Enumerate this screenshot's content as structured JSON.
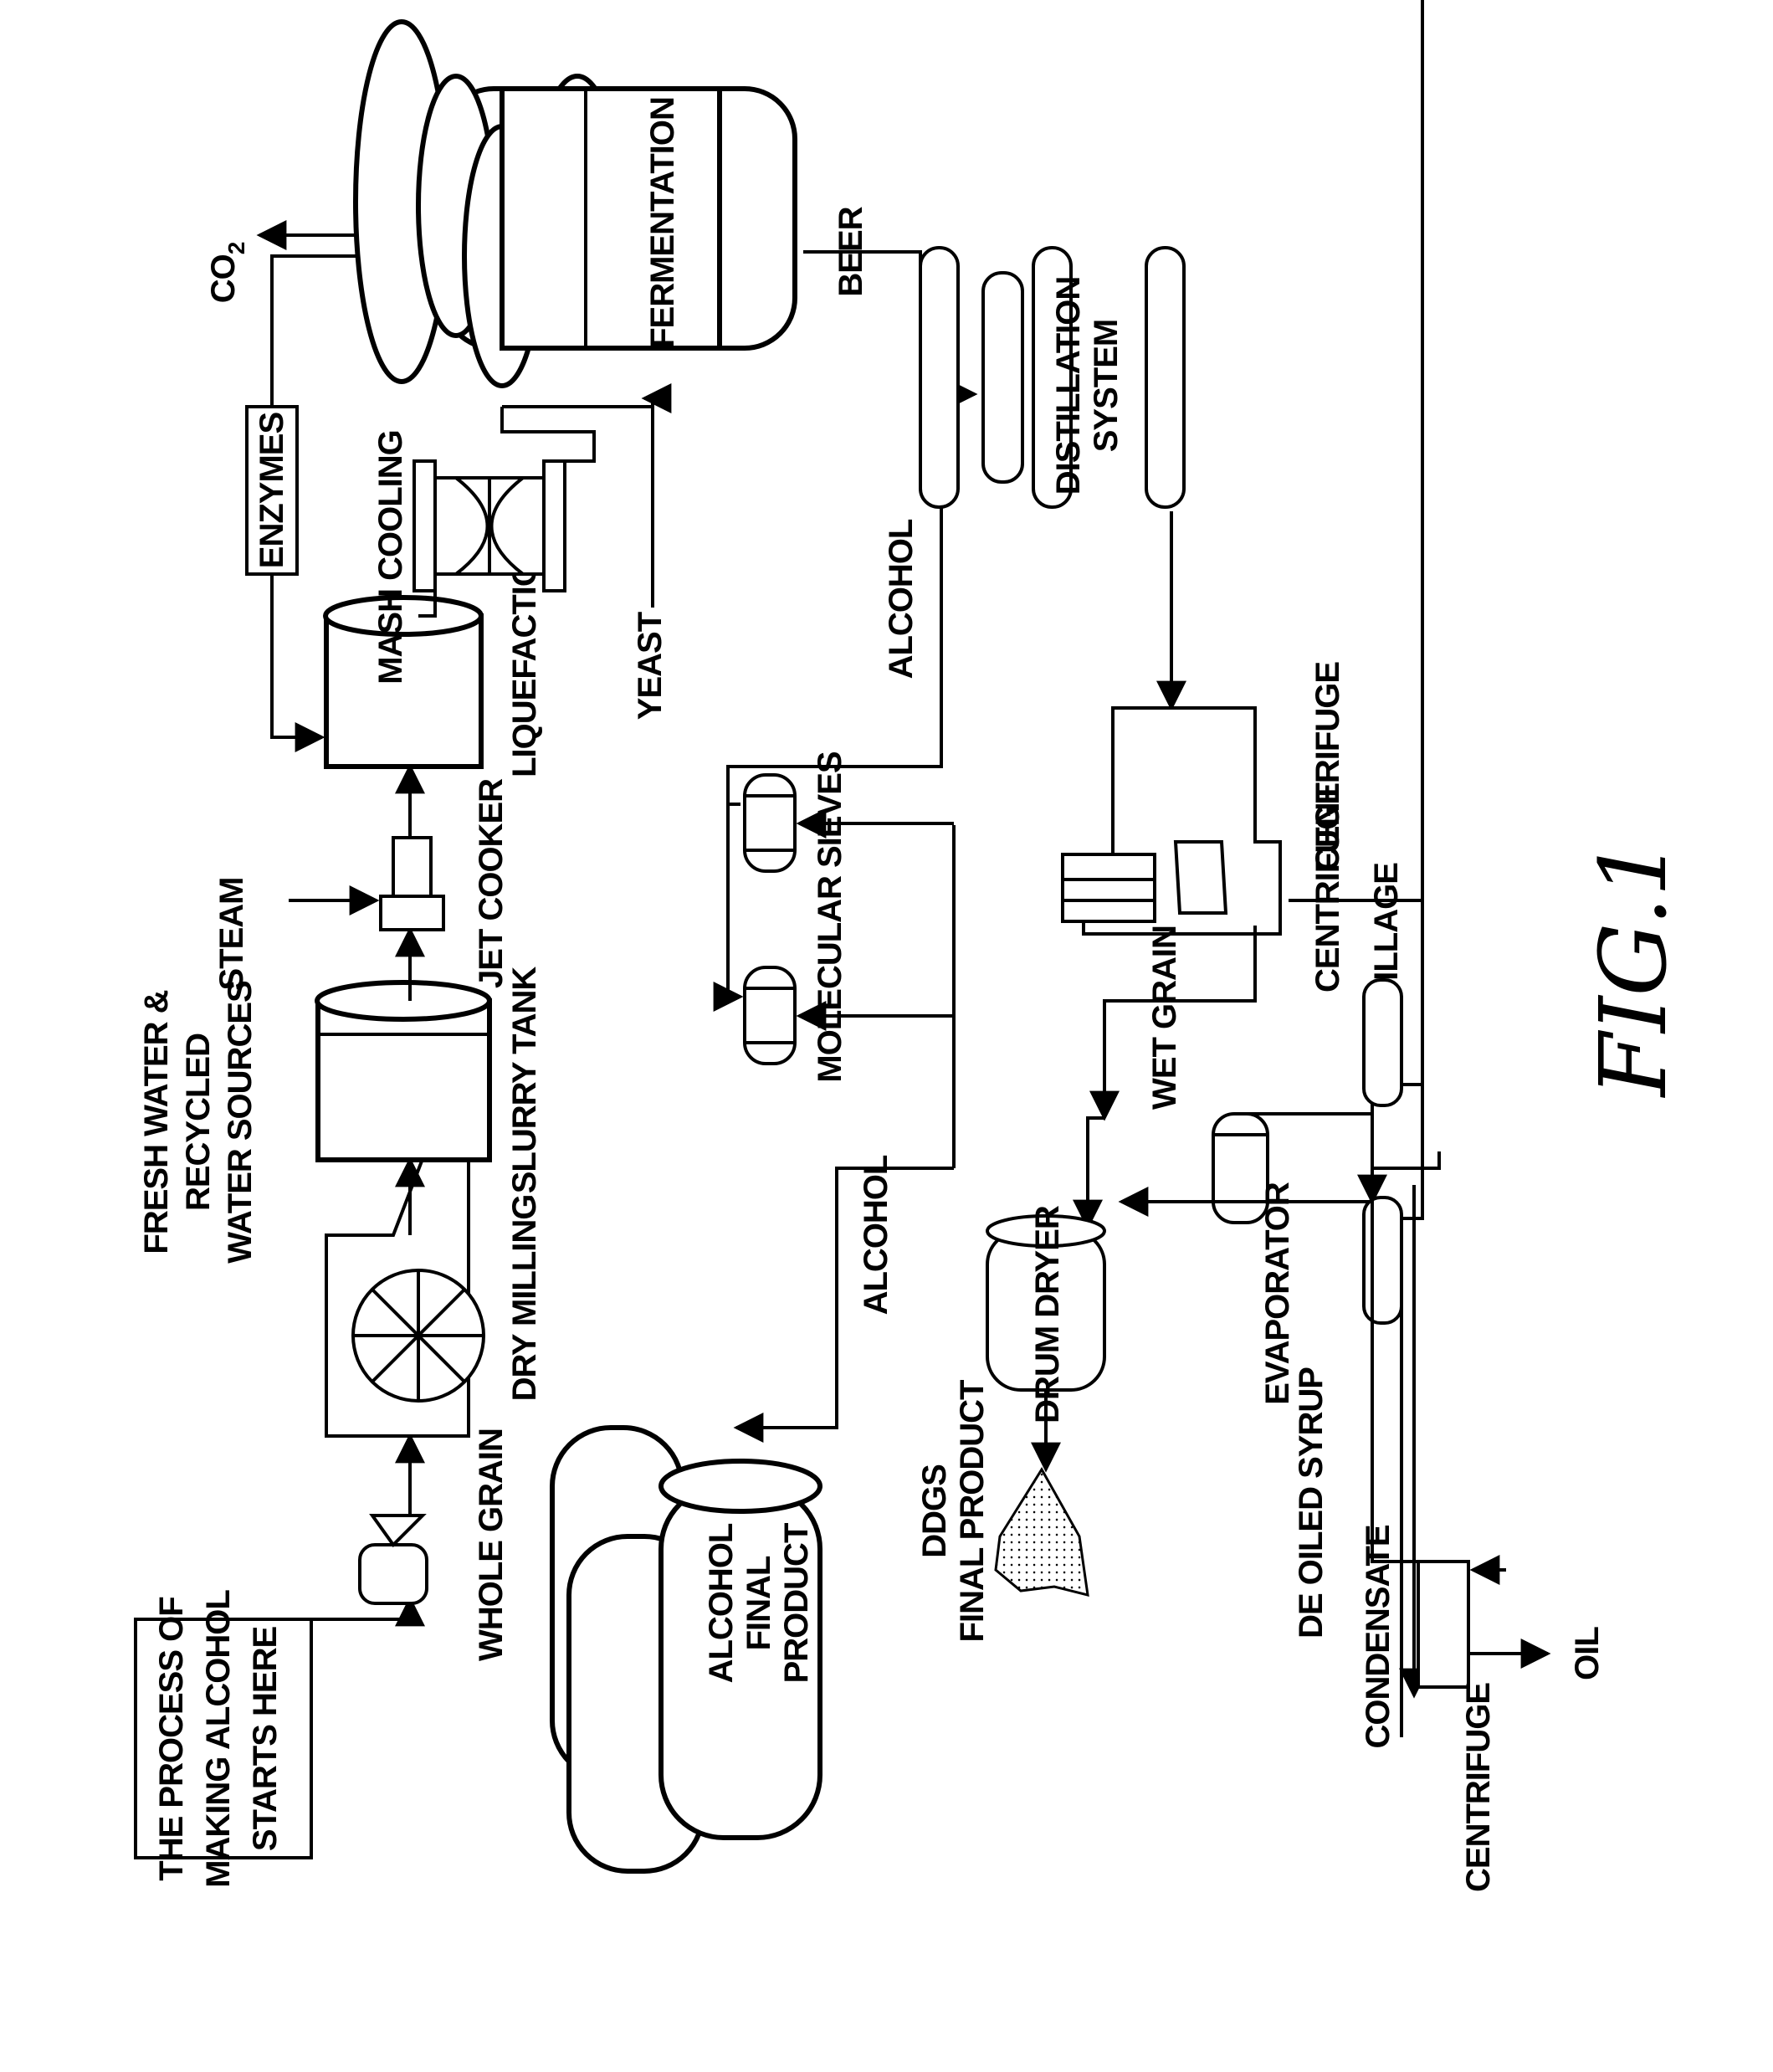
{
  "diagram": {
    "start_box": [
      "THE PROCESS OF",
      "MAKING ALCOHOL",
      "STARTS HERE"
    ],
    "whole_grain": "WHOLE GRAIN",
    "dry_milling": "DRY MILLING",
    "water_sources": [
      "FRESH WATER &",
      "RECYCLED",
      "WATER SOURCES"
    ],
    "slurry_tank": "SLURRY TANK",
    "steam": "STEAM",
    "jet_cooker": "JET COOKER",
    "liquefaction": "LIQUEFACTION",
    "enzymes": "ENZYMES",
    "mash_cooling": "MASH COOLING",
    "yeast": "YEAST",
    "co2": "CO",
    "co2_sub": "2",
    "fermentation": "FERMENTATION",
    "beer": "BEER",
    "distillation": [
      "DISTILLATION",
      "SYSTEM"
    ],
    "alcohol_top": "ALCOHOL",
    "molecular_sieves": "MOLECULAR SIEVES",
    "alcohol_bottom": "ALCOHOL",
    "alcohol_final": [
      "ALCOHOL",
      "FINAL",
      "PRODUCT"
    ],
    "centrifuge_top": "CENTRIFUGE",
    "centrifuge_right": "CENTRIFUGE",
    "wet_grain": "WET GRAIN",
    "stillage": "STILLAGE",
    "drum_dryer": "DRUM DRYER",
    "ddgs": [
      "DDGS",
      "FINAL PRODUCT"
    ],
    "evaporator": "EVAPORATOR",
    "de_oiled_syrup": "DE OILED SYRUP",
    "condensate": "CONDENSATE",
    "centrifuge_bottom": "CENTRIFUGE",
    "oil": "OIL",
    "figure_label": "FIG.1"
  }
}
